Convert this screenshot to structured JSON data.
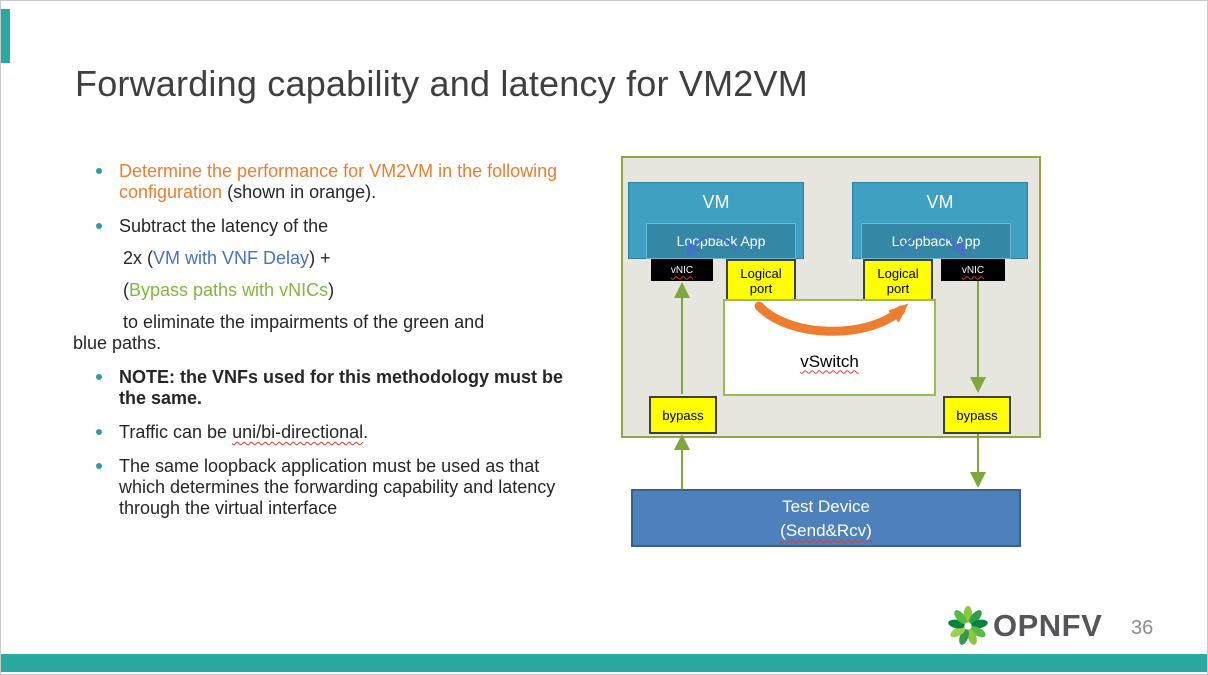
{
  "slide": {
    "title": "Forwarding capability and latency for VM2VM",
    "page_number": "36",
    "logo_text": "OPNFV"
  },
  "bullets": {
    "b1_orange": "Determine the performance for VM2VM in the following configuration",
    "b1_rest": " (shown in orange).",
    "b2_line1": "Subtract the latency of the",
    "b2_line2_pre": "2x (",
    "b2_line2_blue": "VM with VNF Delay",
    "b2_line2_post": ") +",
    "b2_line3_pre": "(",
    "b2_line3_green": "Bypass paths with vNICs",
    "b2_line3_post": ")",
    "b2_line4": "to eliminate the impairments of the green and blue paths.",
    "b3_bold": "NOTE: the VNFs used for this methodology must be the same",
    "b3_rest": ".",
    "b4_pre": "Traffic can be ",
    "b4_underlined": "uni/bi-directional",
    "b4_post": ".",
    "b5": "The same loopback application must be used as that which determines the forwarding capability and latency through the virtual interface"
  },
  "diagram": {
    "vm_left_title": "VM",
    "vm_left_app": "Loopback App",
    "vm_right_title": "VM",
    "vm_right_app": "Loopback App",
    "vnic_left": "vNIC",
    "vnic_right": "vNIC",
    "logical_port_left": "Logical port",
    "logical_port_right": "Logical port",
    "vswitch": "vSwitch",
    "bypass_left": "bypass",
    "bypass_right": "bypass",
    "test_device_line1": "Test Device",
    "test_device_line2": "(Send&Rcv)"
  },
  "icons": {
    "opnfv_logo": "dandelion-flower"
  },
  "colors": {
    "accent_teal": "#29A9A0",
    "orange": "#ED7D31",
    "blue": "#4472C4",
    "green_text": "#7CB93E",
    "arrow_green": "#7CA83C",
    "vm_fill": "#3FA0C1",
    "loopback_fill": "#3488A6",
    "diagram_bg": "#E7E6DE",
    "diagram_border": "#94A545",
    "vswitch_border": "#9BBB59",
    "yellow": "#FFFF00",
    "test_device_fill": "#4E80BC"
  }
}
